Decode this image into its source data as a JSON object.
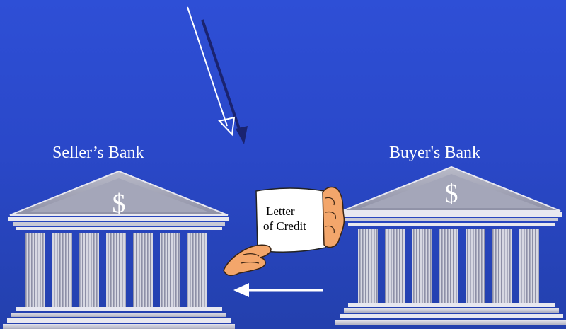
{
  "seller_bank": {
    "label": "Seller’s Bank",
    "symbol": "$"
  },
  "buyer_bank": {
    "label": "Buyer's Bank",
    "symbol": "$"
  },
  "document": {
    "line1": "Letter",
    "line2": "of Credit"
  },
  "icons": [
    "bank-building-icon",
    "hand-icon",
    "arrow-icon"
  ],
  "colors": {
    "background": "#2a48c9",
    "building": "#c9c9d6",
    "line": "#ffffff"
  }
}
